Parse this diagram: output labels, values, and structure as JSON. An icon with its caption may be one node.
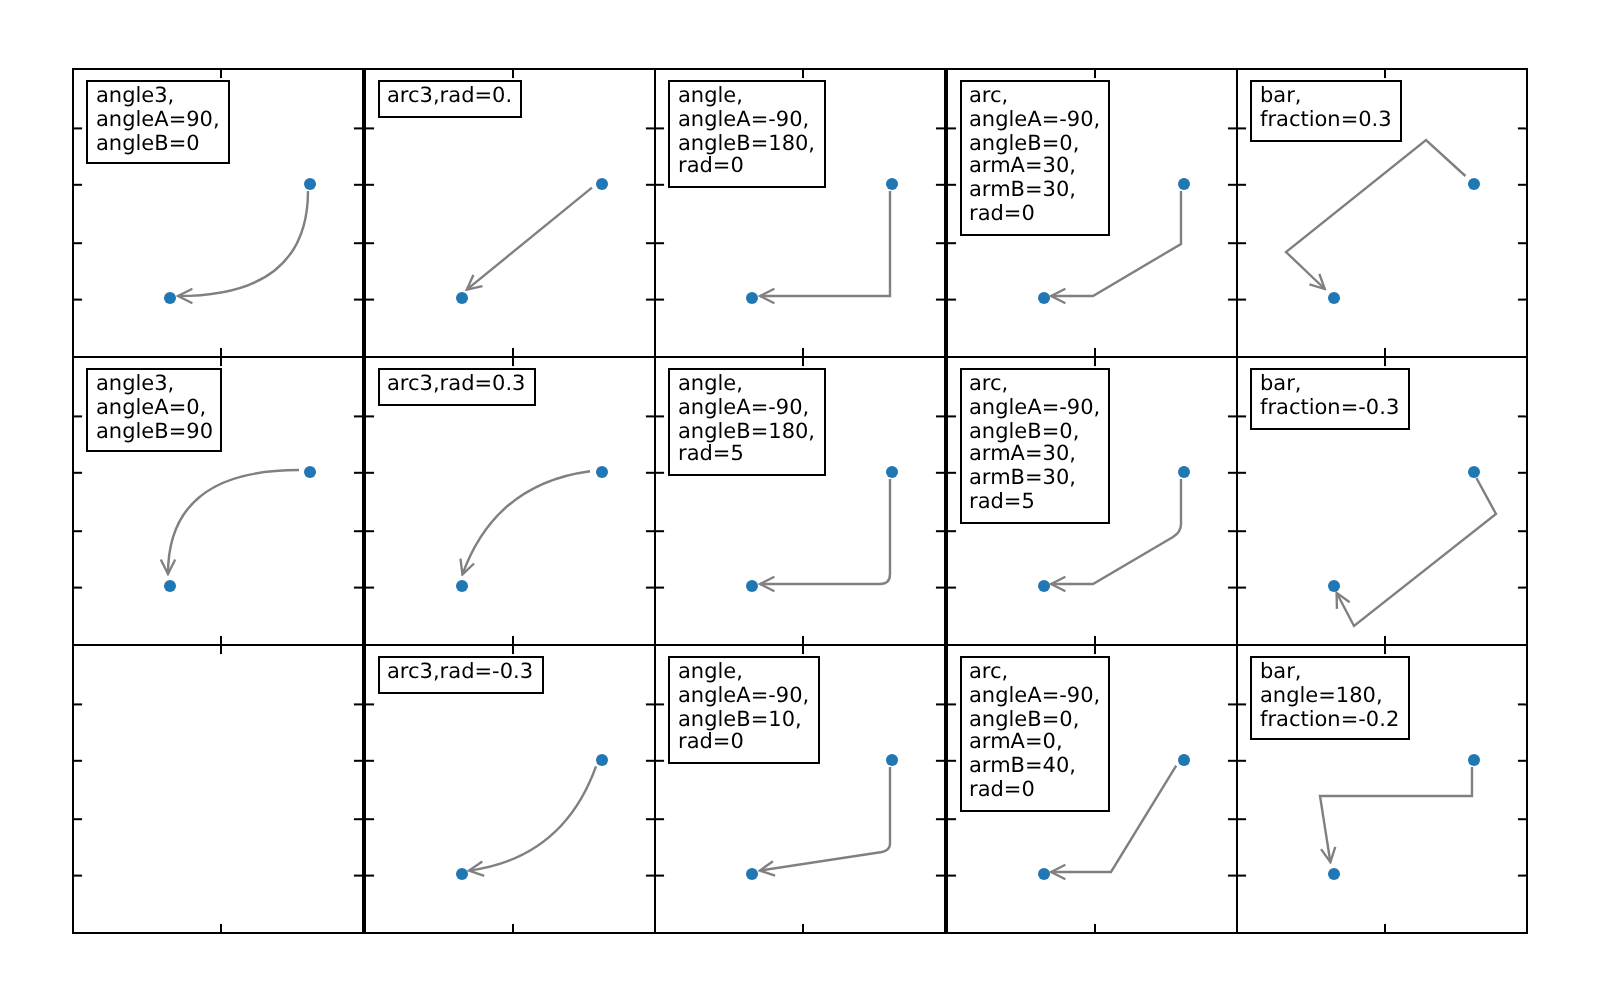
{
  "diagram": {
    "nodes": [
      {
        "text": [],
        "shape": "box"
      },
      {
        "text": [
          "angle3, angleA=90, angleB=0"
        ],
        "in": 0
      },
      {
        "text": [],
        "shape": "circle",
        "in": 0
      },
      {
        "text": [],
        "shape": "circle",
        "in": 0
      },
      {
        "text": [],
        "shape": "box"
      },
      {
        "text": [
          "arc3,rad=0."
        ],
        "in": 4
      },
      {
        "text": [],
        "shape": "circle",
        "in": 4
      },
      {
        "text": [],
        "shape": "circle",
        "in": 4
      },
      {
        "text": [],
        "shape": "box"
      },
      {
        "text": [
          "angle, angleA=-90, angleB=180, rad=0"
        ],
        "in": 8
      },
      {
        "text": [],
        "shape": "circle",
        "in": 8
      },
      {
        "text": [],
        "shape": "circle",
        "in": 8
      },
      {
        "text": [],
        "shape": "box"
      },
      {
        "text": [
          "arc, angleA=-90, angleB=0, armA=30, armB=30, rad=0"
        ],
        "in": 12
      },
      {
        "text": [],
        "shape": "circle",
        "in": 12
      },
      {
        "text": [],
        "shape": "circle",
        "in": 12
      },
      {
        "text": [],
        "shape": "box"
      },
      {
        "text": [
          "bar, fraction=0.3"
        ],
        "in": 16
      },
      {
        "text": [],
        "shape": "circle",
        "in": 16
      },
      {
        "text": [],
        "shape": "circle",
        "in": 16
      },
      {
        "text": [],
        "shape": "box"
      },
      {
        "text": [
          "angle3, angleA=0, angleB=90"
        ],
        "in": 20
      },
      {
        "text": [],
        "shape": "circle",
        "in": 20
      },
      {
        "text": [],
        "shape": "circle",
        "in": 20
      },
      {
        "text": [],
        "shape": "box"
      },
      {
        "text": [
          "arc3,rad=0.3"
        ],
        "in": 24
      },
      {
        "text": [],
        "shape": "circle",
        "in": 24
      },
      {
        "text": [],
        "shape": "circle",
        "in": 24
      },
      {
        "text": [],
        "shape": "box"
      },
      {
        "text": [
          "angle, angleA=-90, angleB=180, rad=5"
        ],
        "in": 28
      },
      {
        "text": [],
        "shape": "circle",
        "in": 28
      },
      {
        "text": [],
        "shape": "circle",
        "in": 28
      },
      {
        "text": [],
        "shape": "box"
      },
      {
        "text": [
          "arc, angleA=-90, angleB=0, armA=30, armB=30, rad=5"
        ],
        "in": 32
      },
      {
        "text": [],
        "shape": "circle",
        "in": 32
      },
      {
        "text": [],
        "shape": "circle",
        "in": 32
      },
      {
        "text": [],
        "shape": "box"
      },
      {
        "text": [
          "bar, fraction=-0.3"
        ],
        "in": 36
      },
      {
        "text": [],
        "shape": "circle",
        "in": 36
      },
      {
        "text": [],
        "shape": "circle",
        "in": 36
      },
      {
        "text": [],
        "shape": "box"
      },
      {
        "text": [],
        "shape": "box"
      },
      {
        "text": [
          "arc3,rad=-0.3"
        ],
        "in": 41
      },
      {
        "text": [],
        "shape": "circle",
        "in": 41
      },
      {
        "text": [],
        "shape": "circle",
        "in": 41
      },
      {
        "text": [],
        "shape": "box"
      },
      {
        "text": [
          "angle, angleA=-90, angleB=10, rad=0"
        ],
        "in": 45
      },
      {
        "text": [],
        "shape": "circle",
        "in": 45
      },
      {
        "text": [],
        "shape": "circle",
        "in": 45
      },
      {
        "text": [],
        "shape": "box"
      },
      {
        "text": [
          "arc, angleA=-90, angleB=0, armA=0, armB=40, rad=0"
        ],
        "in": 49
      },
      {
        "text": [],
        "shape": "circle",
        "in": 49
      },
      {
        "text": [],
        "shape": "circle",
        "in": 49
      },
      {
        "text": [],
        "shape": "box"
      },
      {
        "text": [
          "bar, angle=180, fraction=-0.2"
        ],
        "in": 53
      },
      {
        "text": [],
        "shape": "circle",
        "in": 53
      },
      {
        "text": [],
        "shape": "circle",
        "in": 53
      }
    ],
    "edges": [
      {
        "from": 3,
        "to": 2,
        "arrow": "to"
      },
      {
        "from": 7,
        "to": 6,
        "arrow": "to"
      },
      {
        "from": 11,
        "to": 10,
        "arrow": "to"
      },
      {
        "from": 15,
        "to": 14,
        "arrow": "to"
      },
      {
        "from": 19,
        "to": 18,
        "arrow": "to"
      },
      {
        "from": 23,
        "to": 22,
        "arrow": "to"
      },
      {
        "from": 27,
        "to": 26,
        "arrow": "to"
      },
      {
        "from": 31,
        "to": 30,
        "arrow": "to"
      },
      {
        "from": 35,
        "to": 34,
        "arrow": "to"
      },
      {
        "from": 39,
        "to": 38,
        "arrow": "to"
      },
      {
        "from": 44,
        "to": 43,
        "arrow": "to"
      },
      {
        "from": 48,
        "to": 47,
        "arrow": "to"
      },
      {
        "from": 52,
        "to": 51,
        "arrow": "to"
      },
      {
        "from": 56,
        "to": 55,
        "arrow": "to"
      }
    ]
  }
}
